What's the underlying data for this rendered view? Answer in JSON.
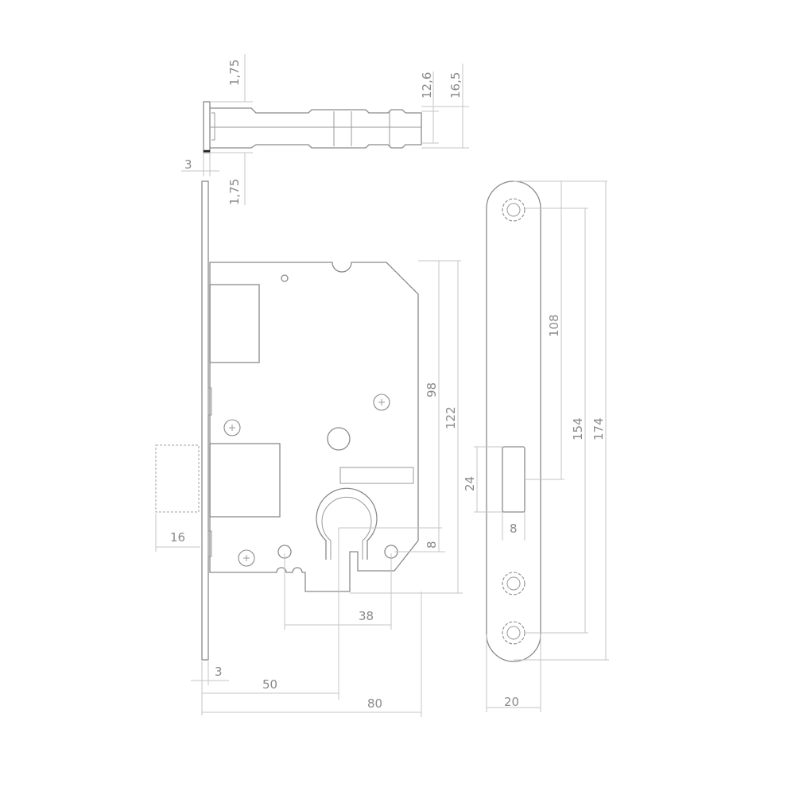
{
  "drawing": {
    "title": "Mortise lock technical drawing",
    "views": [
      "top-view",
      "front-view",
      "strike-plate-view"
    ],
    "colors": {
      "line": "#8a8a8a",
      "dimension": "#c4c4c4",
      "background": "#ffffff"
    },
    "units": "mm"
  },
  "dimensions": {
    "top_view": {
      "upper_offset": "1,75",
      "lower_offset": "1,75",
      "faceplate_thickness": "3",
      "inner_width": "12,6",
      "outer_width": "16,5"
    },
    "front_view": {
      "latch_projection": "16",
      "faceplate_thickness": "3",
      "backset": "50",
      "case_depth": "80",
      "hole_spacing": "38",
      "case_height_inner": "98",
      "case_height_outer": "122",
      "cylinder_offset": "8"
    },
    "strike_plate": {
      "latch_opening_height": "24",
      "latch_opening_width": "8",
      "plate_width": "20",
      "screw_spacing_top": "108",
      "screw_spacing_total": "154",
      "plate_height": "174"
    }
  }
}
